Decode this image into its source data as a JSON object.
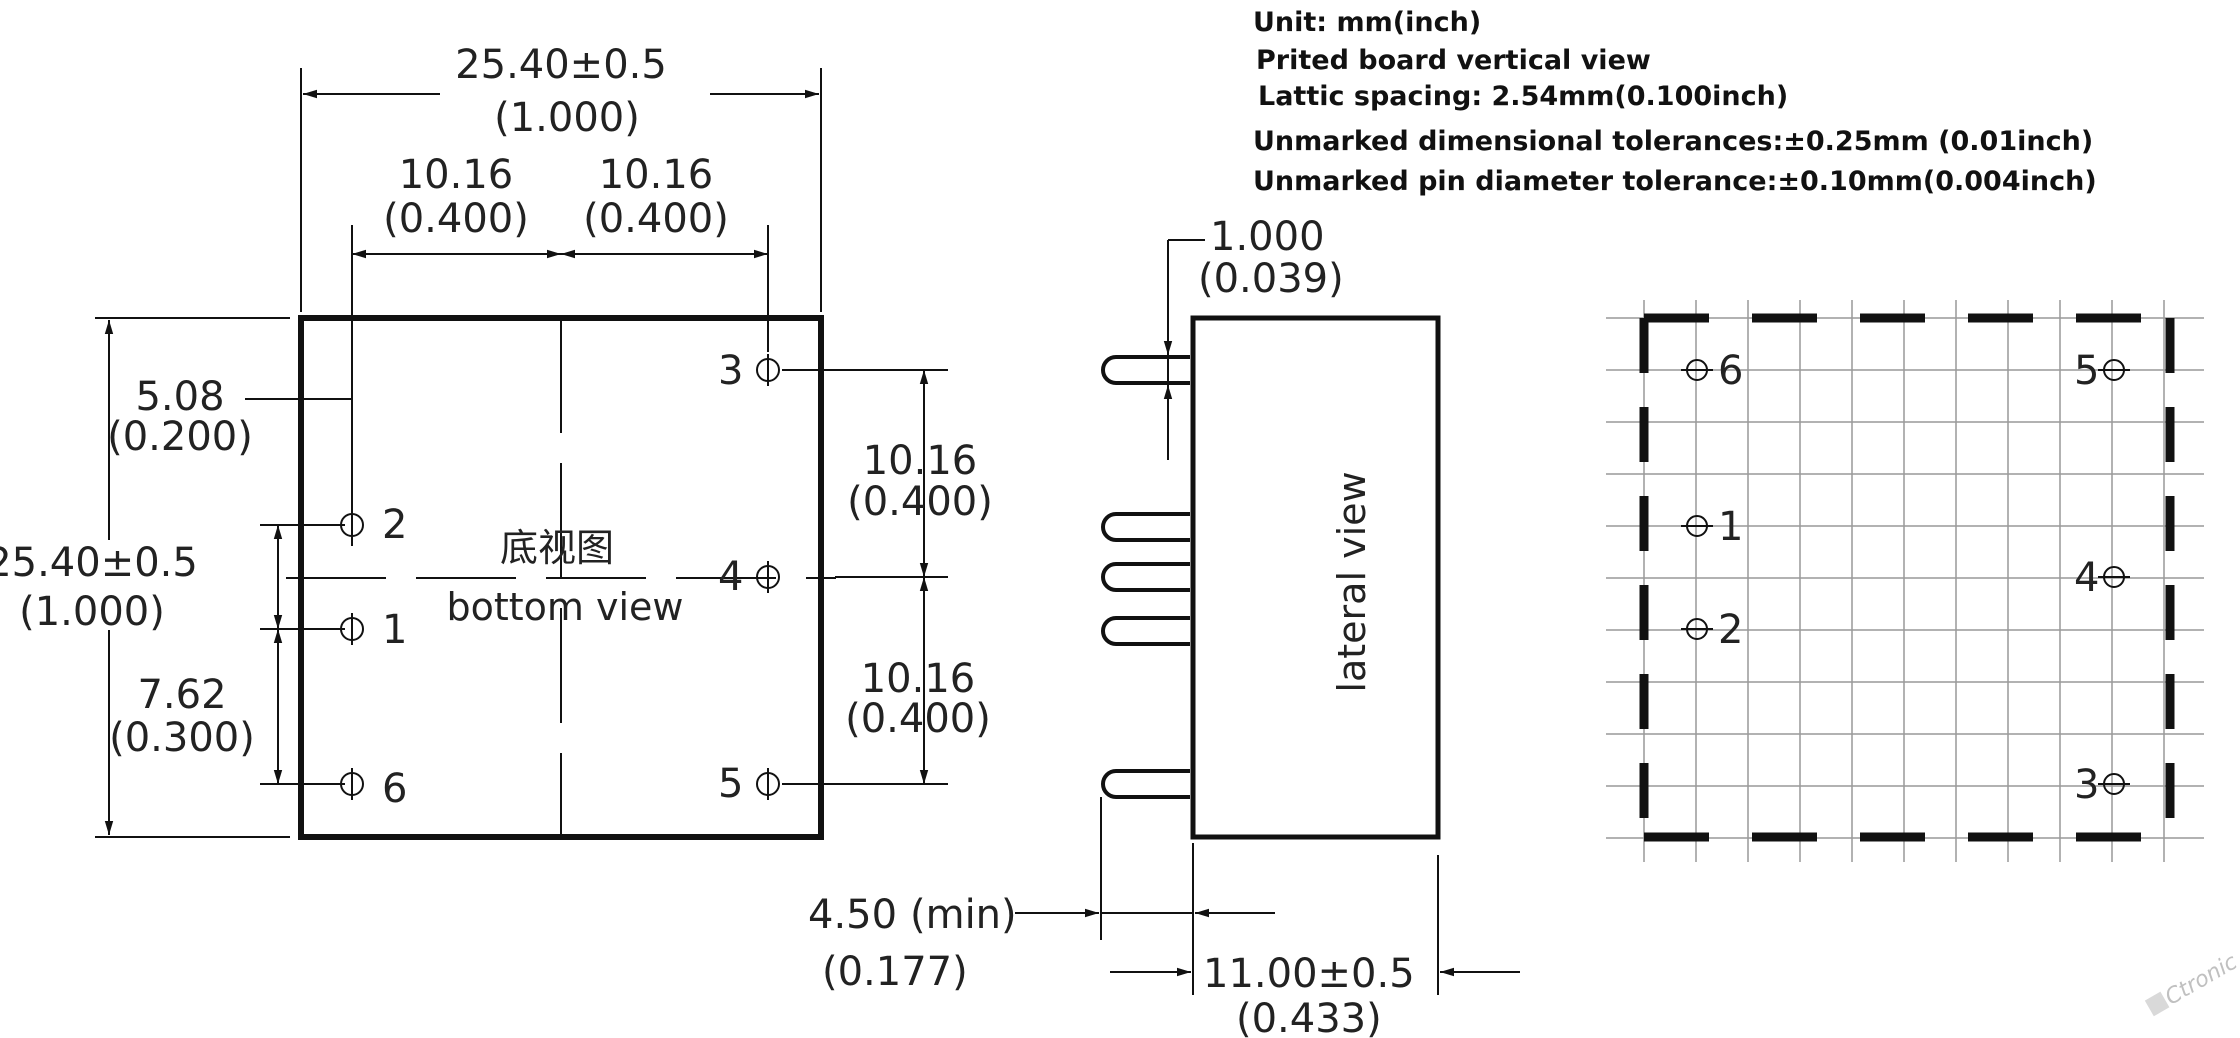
{
  "notes": [
    "Unit: mm(inch)",
    "Prited board vertical view",
    "Lattic spacing: 2.54mm(0.100inch)",
    "Unmarked dimensional tolerances:±0.25mm  (0.01inch)",
    "Unmarked pin diameter tolerance:±0.10mm(0.004inch)"
  ],
  "bottom_view": {
    "label_cn": "底视图",
    "label_en": "bottom view",
    "width_dim": "25.40±0.5",
    "width_dim_in": "(1.000)",
    "half_left": "10.16",
    "half_left_in": "(0.400)",
    "half_right": "10.16",
    "half_right_in": "(0.400)",
    "height_dim": "25.40±0.5",
    "height_dim_in": "(1.000)",
    "pitch_a": "5.08",
    "pitch_a_in": "(0.200)",
    "pitch_b": "7.62",
    "pitch_b_in": "(0.300)",
    "pitch_r1": "10.16",
    "pitch_r1_in": "(0.400)",
    "pitch_r2": "10.16",
    "pitch_r2_in": "(0.400)",
    "pins": [
      "1",
      "2",
      "3",
      "4",
      "5",
      "6"
    ]
  },
  "lateral_view": {
    "label": "lateral view",
    "pin_dia": "1.000",
    "pin_dia_in": "(0.039)",
    "pin_len": "4.50",
    "pin_len_note": "(min)",
    "pin_len_in": "(0.177)",
    "depth": "11.00±0.5",
    "depth_in": "(0.433)"
  },
  "board_view": {
    "pins": [
      "1",
      "2",
      "3",
      "4",
      "5",
      "6"
    ]
  },
  "watermark": "Ctronic"
}
